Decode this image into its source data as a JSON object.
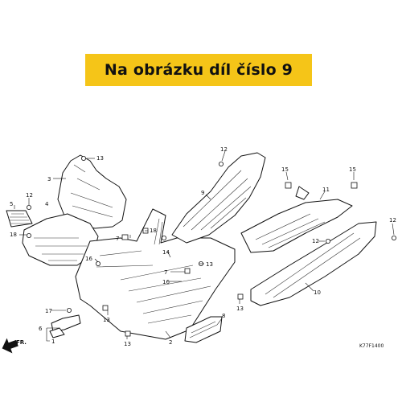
{
  "banner": {
    "text": "Na obrázku díl číslo 9"
  },
  "diagram_code": "K77F1400",
  "direction_label": "FR.",
  "callouts": [
    "1",
    "2",
    "3",
    "4",
    "5",
    "6",
    "7",
    "8",
    "9",
    "10",
    "11",
    "12",
    "13",
    "14",
    "15",
    "16",
    "17",
    "18"
  ]
}
